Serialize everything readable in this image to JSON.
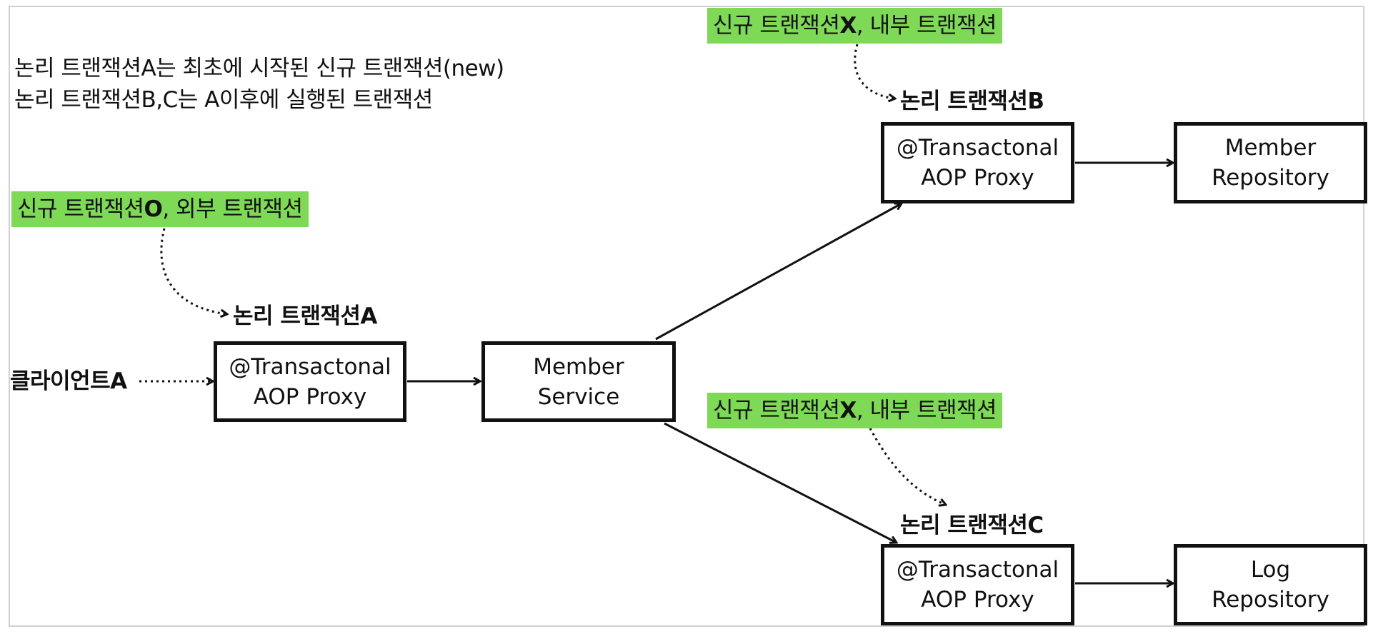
{
  "notes": {
    "line1": "논리 트랜잭션A는 최초에 시작된 신규 트랜잭션(new)",
    "line2": "논리 트랜잭션B,C는 A이후에 실행된 트랜잭션"
  },
  "tags": {
    "outer": {
      "prefix": "신규 트랜잭션",
      "bold": "O",
      "suffix": ", 외부 트랜잭션"
    },
    "inner_b": {
      "prefix": "신규 트랜잭션",
      "bold": "X",
      "suffix": ", 내부 트랜잭션"
    },
    "inner_c": {
      "prefix": "신규 트랜잭션",
      "bold": "X",
      "suffix": ", 내부 트랜잭션"
    }
  },
  "labels": {
    "client": "클라이언트A",
    "tx_a": "논리 트랜잭션A",
    "tx_b": "논리 트랜잭션B",
    "tx_c": "논리 트랜잭션C"
  },
  "boxes": {
    "proxy_a": "@Transactonal\nAOP Proxy",
    "member_service": "Member\nService",
    "proxy_b": "@Transactonal\nAOP Proxy",
    "member_repository": "Member\nRepository",
    "proxy_c": "@Transactonal\nAOP Proxy",
    "log_repository": "Log\nRepository"
  }
}
